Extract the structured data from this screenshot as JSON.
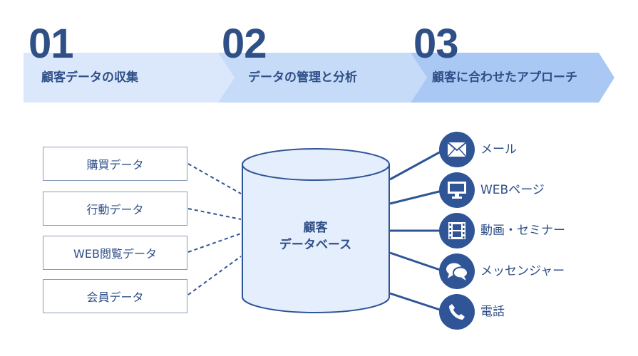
{
  "steps": [
    {
      "number": "01",
      "label": "顧客データの収集"
    },
    {
      "number": "02",
      "label": "データの管理と分析"
    },
    {
      "number": "03",
      "label": "顧客に合わせたアプローチ"
    }
  ],
  "sources": [
    "購買データ",
    "行動データ",
    "WEB閲覧データ",
    "会員データ"
  ],
  "database": {
    "line1": "顧客",
    "line2": "データベース"
  },
  "outputs": [
    {
      "label": "メール",
      "icon": "mail-icon"
    },
    {
      "label": "WEBページ",
      "icon": "monitor-icon"
    },
    {
      "label": "動画・セミナー",
      "icon": "film-icon"
    },
    {
      "label": "メッセンジャー",
      "icon": "chat-bubbles-icon"
    },
    {
      "label": "電話",
      "icon": "phone-icon"
    }
  ],
  "colors": {
    "arrow_1": "#dbe8fb",
    "arrow_2": "#c6dbf8",
    "arrow_3": "#aac8f4",
    "accent": "#2f5597",
    "text": "#2f4f87",
    "db_fill": "#e5eefc"
  }
}
